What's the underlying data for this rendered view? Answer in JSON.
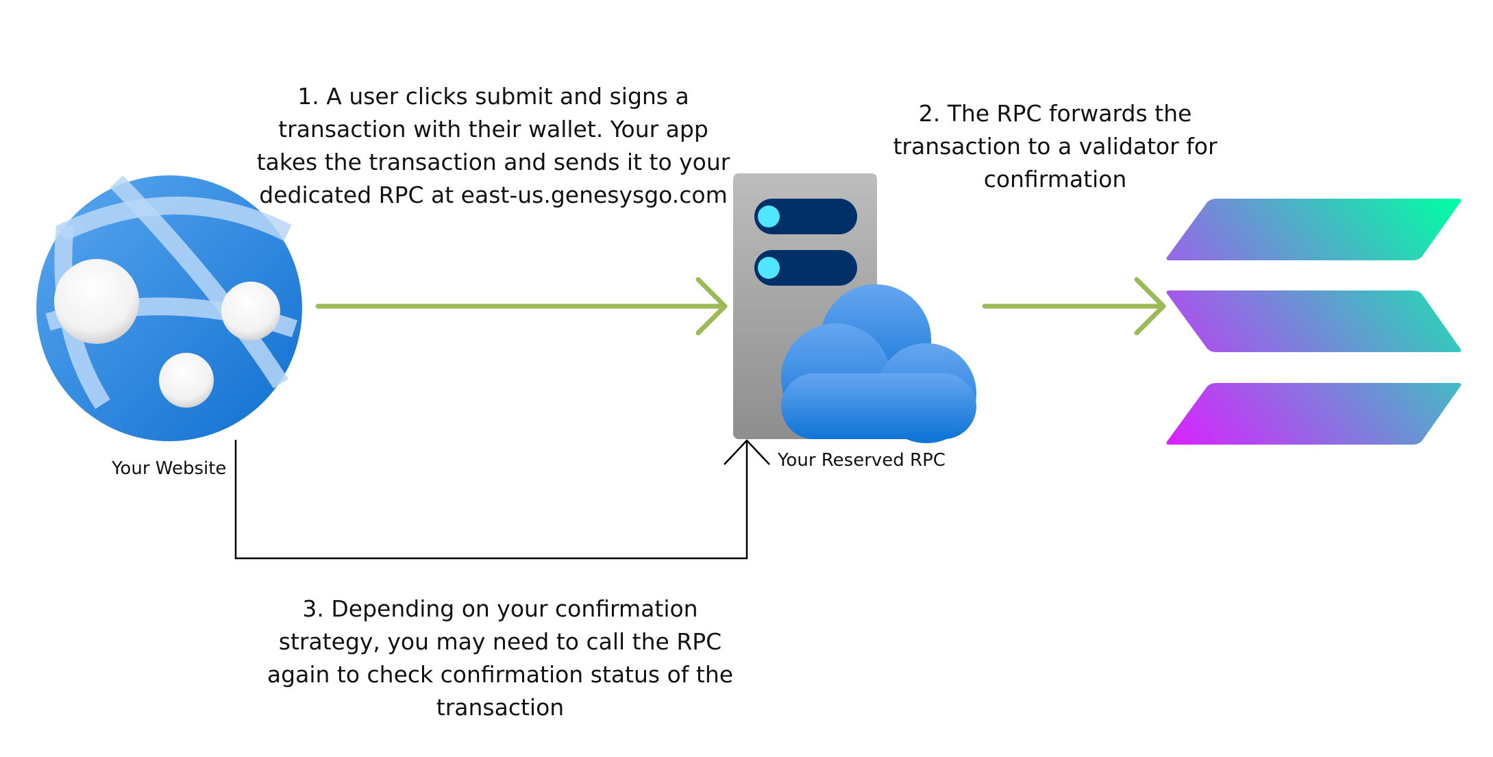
{
  "steps": {
    "step1": "1. A user clicks submit and signs a transaction with their wallet. Your app takes the transaction and sends it to your dedicated RPC at east-us.genesysgo.com",
    "step2": "2. The RPC forwards the transaction to a validator for confirmation",
    "step3": "3. Depending on your confirmation strategy, you may need to call the RPC again to check confirmation status of the transaction"
  },
  "nodes": {
    "website_label": "Your Website",
    "rpc_label": "Your Reserved RPC",
    "website_icon": "globe-web-app-icon",
    "rpc_icon": "server-cloud-icon",
    "validator_icon": "solana-logo-icon"
  },
  "colors": {
    "arrow": "#9BBB59",
    "connector": "#000000",
    "globe": "#1A85E0",
    "server": "#A6A6A6",
    "server_slot": "#003067",
    "server_light": "#50E6FF",
    "cloud": "#3D95EB",
    "solana_gradient": [
      "#DC1FFF",
      "#9B5FE0",
      "#00FFA3"
    ]
  }
}
